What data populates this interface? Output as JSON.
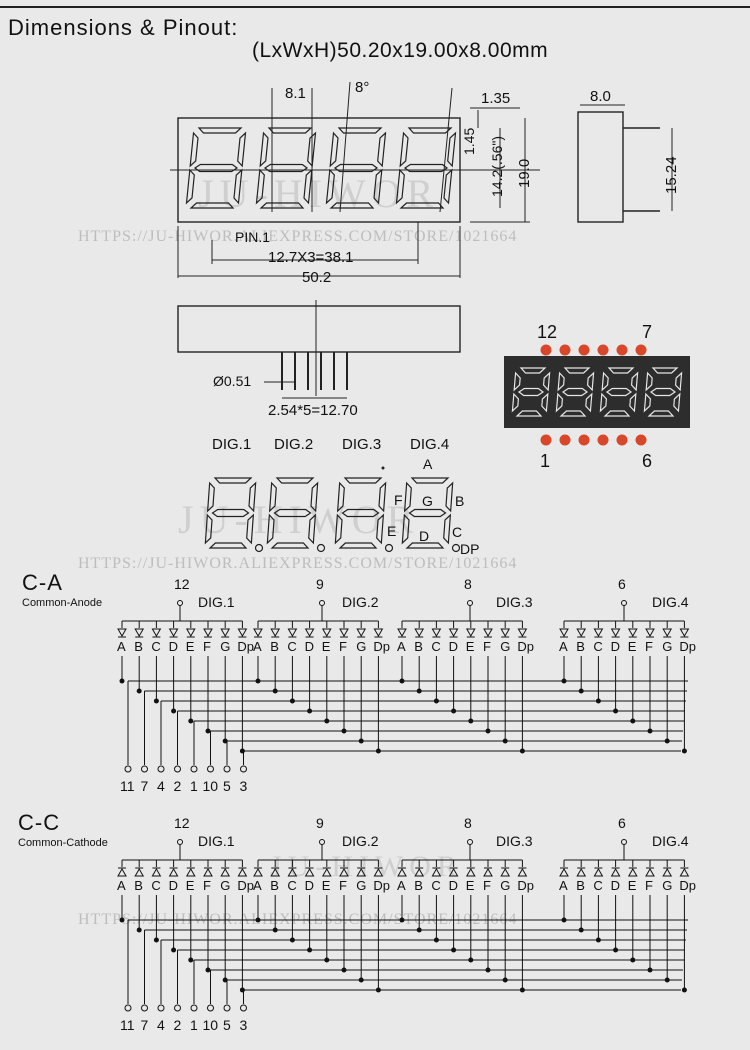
{
  "title": "Dimensions & Pinout:",
  "spec": "(LxWxH)50.20x19.00x8.00mm",
  "watermarks": {
    "url": "HTTPS://JU-HIWOR.ALIEXPRESS.COM/STORE/1021664",
    "brand": "JU-HIWOR"
  },
  "dimensions": {
    "digit_width": "8.1",
    "slant": "8°",
    "offset": "1.35",
    "seg_gap": "1.45",
    "digit_height": "14.2(.56\")",
    "height": "19.0",
    "depth": "8.0",
    "pin_row": "15.24",
    "pin1": "PIN.1",
    "pitch": "12.7X3=38.1",
    "length": "50.2",
    "pin_dia": "Ø0.51",
    "pin_span": "2.54*5=12.70"
  },
  "pin_labels": {
    "top_left": "12",
    "top_right": "7",
    "bottom_left": "1",
    "bottom_right": "6"
  },
  "digit_labels": [
    "DIG.1",
    "DIG.2",
    "DIG.3",
    "DIG.4"
  ],
  "segment_labels": {
    "a": "A",
    "b": "B",
    "c": "C",
    "d": "D",
    "e": "E",
    "f": "F",
    "g": "G",
    "dp": "DP"
  },
  "ca": {
    "title": "C-A",
    "subtitle": "Common-Anode",
    "digit_pins": [
      "12",
      "9",
      "8",
      "6"
    ],
    "digits": [
      "DIG.1",
      "DIG.2",
      "DIG.3",
      "DIG.4"
    ],
    "segments": [
      "A",
      "B",
      "C",
      "D",
      "E",
      "F",
      "G",
      "Dp"
    ],
    "bottom_pins": [
      "11",
      "7",
      "4",
      "2",
      "1",
      "10",
      "5",
      "3"
    ]
  },
  "cc": {
    "title": "C-C",
    "subtitle": "Common-Cathode",
    "digit_pins": [
      "12",
      "9",
      "8",
      "6"
    ],
    "digits": [
      "DIG.1",
      "DIG.2",
      "DIG.3",
      "DIG.4"
    ],
    "segments": [
      "A",
      "B",
      "C",
      "D",
      "E",
      "F",
      "G",
      "Dp"
    ],
    "bottom_pins": [
      "11",
      "7",
      "4",
      "2",
      "1",
      "10",
      "5",
      "3"
    ]
  },
  "colors": {
    "led_dot": "#d9472b",
    "display_body": "#2d2d2d",
    "segment": "#e6e6e6"
  }
}
